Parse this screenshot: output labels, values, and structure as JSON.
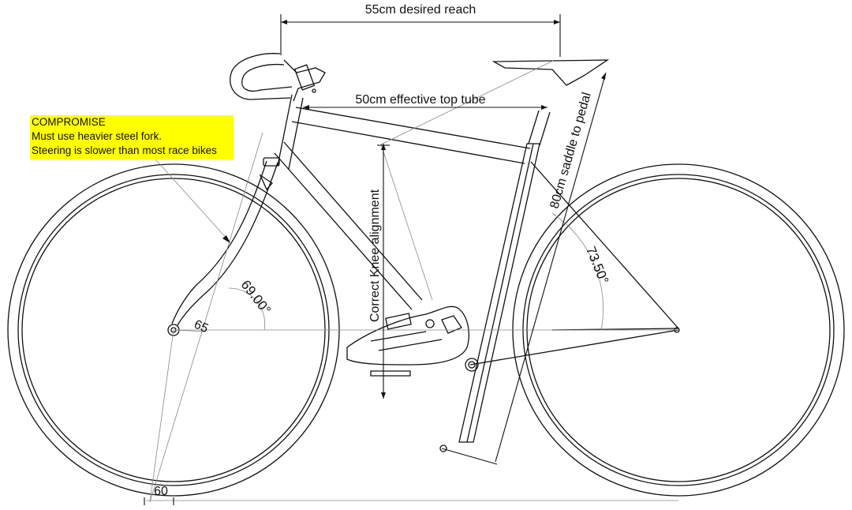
{
  "annotations": {
    "reach": "55cm desired reach",
    "top_tube": "50cm effective top tube",
    "saddle_to_pedal": "80cm saddle to pedal",
    "knee_alignment": "Correct Knee alignment",
    "seat_angle": "73.50°",
    "head_angle": "69.00°",
    "fork_offset": "65",
    "trail": "60"
  },
  "compromise_note": {
    "title": "COMPROMISE",
    "line1": "Must use heavier steel fork.",
    "line2": "Steering is slower than most race bikes",
    "highlight_color": "#ffff00"
  }
}
